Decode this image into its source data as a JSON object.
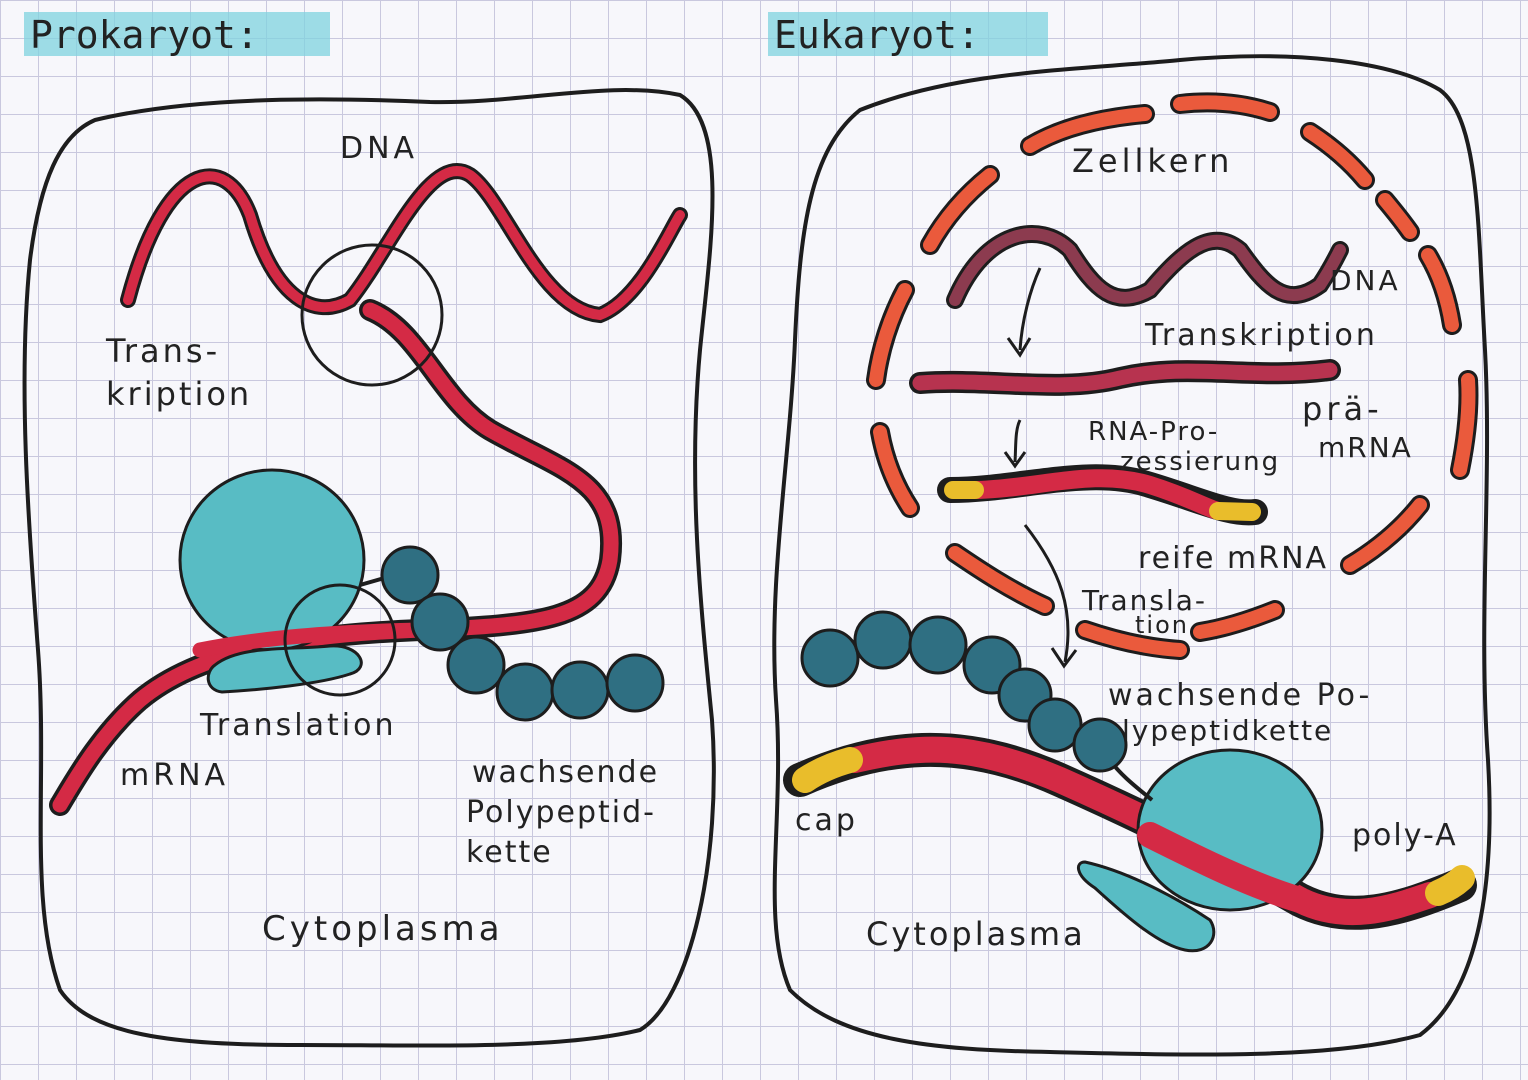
{
  "colors": {
    "paper": "#f7f7fb",
    "grid": "#c9c8de",
    "highlighter": "#7fd3df",
    "dna_red": "#d42a45",
    "dna_dark": "#8c3b4f",
    "ribosome": "#58bcc4",
    "amino_acid": "#2f6f82",
    "membrane_orange": "#ea5a3c",
    "cap_yellow": "#e9bd2b",
    "outline": "#1d1d1d"
  },
  "prokaryote": {
    "heading": "Prokaryot:",
    "labels": {
      "dna": "DNA",
      "transcription_1": "Trans-",
      "transcription_2": "kription",
      "translation": "Translation",
      "mrna": "mRNA",
      "polypeptide_1": "wachsende",
      "polypeptide_2": "Polypeptid-",
      "polypeptide_3": "kette",
      "cytoplasm": "Cytoplasma"
    }
  },
  "eukaryote": {
    "heading": "Eukaryot:",
    "labels": {
      "nucleus": "Zellkern",
      "dna": "DNA",
      "transcription": "Transkription",
      "pre_mrna_1": "prä-",
      "pre_mrna_2": "mRNA",
      "rna_processing_1": "RNA-Pro-",
      "rna_processing_2": "zessierung",
      "mature_mrna": "reife mRNA",
      "translation_1": "Transla-",
      "translation_2": "tion",
      "polypeptide_1": "wachsende Po-",
      "polypeptide_2": "lypeptidkette",
      "cap": "cap",
      "poly_a": "poly-A",
      "cytoplasm": "Cytoplasma"
    }
  }
}
